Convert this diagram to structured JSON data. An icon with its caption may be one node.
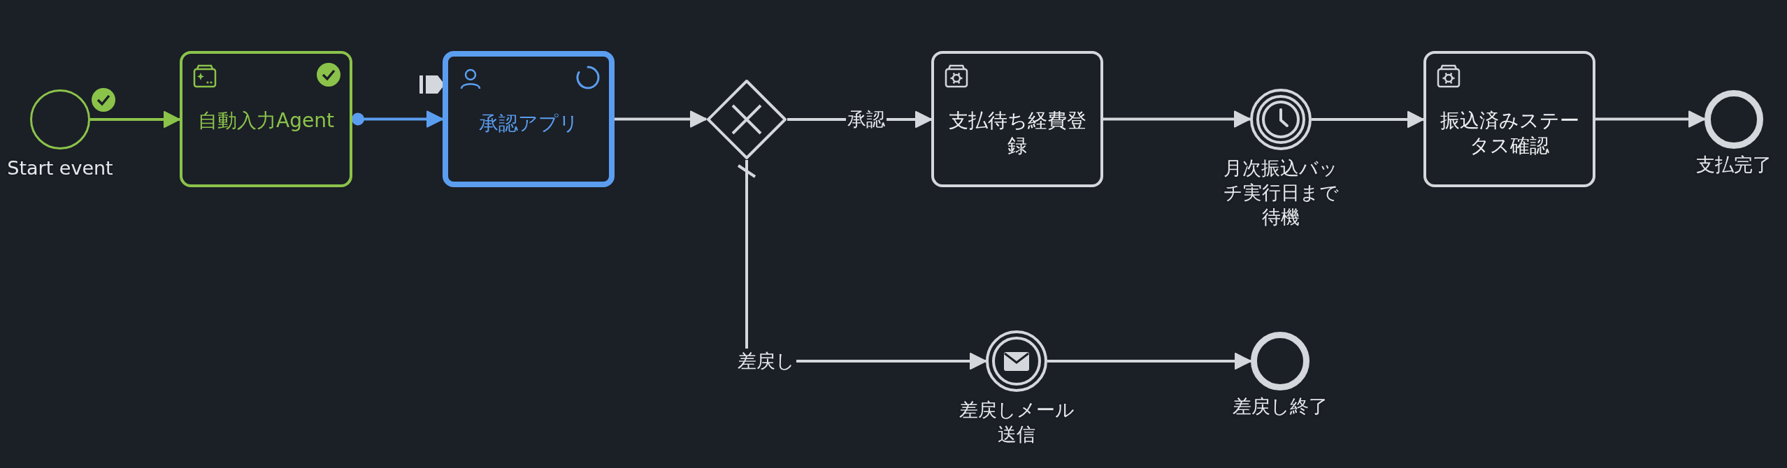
{
  "diagram": {
    "nodes": [
      {
        "text": [
          "Start event"
        ]
      },
      {
        "text": [
          "自動入力Agent"
        ]
      },
      {
        "text": [
          "承認アプリ"
        ]
      },
      {
        "text": [],
        "shape": "diamond"
      },
      {
        "text": [
          "支払待ち経費登録"
        ]
      },
      {
        "text": [
          "月次振込バッチ実行日まで待機"
        ]
      },
      {
        "text": [
          "振込済みステータス確認"
        ]
      },
      {
        "text": [
          "支払完了"
        ]
      },
      {
        "text": [
          "差戻しメール送信"
        ]
      },
      {
        "text": [
          "差戻し終了"
        ]
      }
    ],
    "edges": [
      {
        "from": 0,
        "to": 1,
        "arrow": "to",
        "color": "#8bc34a"
      },
      {
        "from": 1,
        "to": 2,
        "arrow": "to",
        "color": "#5b9ef0"
      },
      {
        "from": 2,
        "to": 3,
        "arrow": "to"
      },
      {
        "from": 3,
        "to": 4,
        "arrow": "to",
        "label": "承認"
      },
      {
        "from": 4,
        "to": 5,
        "arrow": "to"
      },
      {
        "from": 5,
        "to": 6,
        "arrow": "to"
      },
      {
        "from": 6,
        "to": 7,
        "arrow": "to"
      },
      {
        "from": 3,
        "to": 8,
        "arrow": "to",
        "label": "差戻し"
      },
      {
        "from": 8,
        "to": 9,
        "arrow": "to"
      }
    ]
  }
}
